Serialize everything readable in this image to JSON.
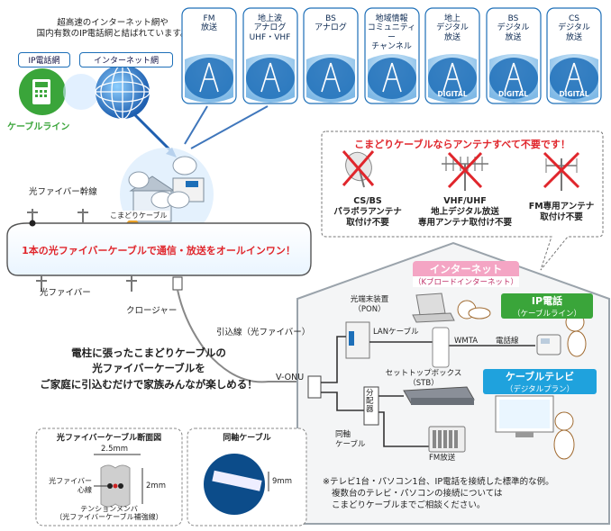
{
  "intro": {
    "line1": "超高速のインターネット網や",
    "line2": "国内有数のIP電話網と結ばれています。"
  },
  "network_labels": {
    "ip_phone_net": "IP電話網",
    "internet_net": "インターネット網",
    "cable_line": "ケーブルライン"
  },
  "services": [
    {
      "line1": "FM",
      "line2": "放送",
      "line3": "",
      "digital": ""
    },
    {
      "line1": "地上波",
      "line2": "アナログ",
      "line3": "UHF・VHF",
      "digital": ""
    },
    {
      "line1": "BS",
      "line2": "アナログ",
      "line3": "",
      "digital": ""
    },
    {
      "line1": "地域情報",
      "line2": "コミュニティー",
      "line3": "チャンネル",
      "digital": ""
    },
    {
      "line1": "地上",
      "line2": "デジタル",
      "line3": "放送",
      "digital": "DIGITAL"
    },
    {
      "line1": "BS",
      "line2": "デジタル",
      "line3": "放送",
      "digital": "DIGITAL"
    },
    {
      "line1": "CS",
      "line2": "デジタル",
      "line3": "放送",
      "digital": "DIGITAL"
    }
  ],
  "station_label": "こまどりケーブル",
  "antenna_notice": {
    "headline": "こまどりケーブルならアンテナすべて不要です！",
    "items": [
      {
        "line1": "CS/BS",
        "line2": "パラボラアンテナ",
        "line3": "取付け不要"
      },
      {
        "line1": "VHF/UHF",
        "line2": "地上デジタル放送",
        "line3": "専用アンテナ取付け不要"
      },
      {
        "line1": "FM専用アンテナ",
        "line2": "取付け不要",
        "line3": ""
      }
    ]
  },
  "cable_labels": {
    "trunk": "光ファイバー幹線",
    "fiber": "光ファイバー",
    "closure": "クロージャー",
    "dropline": "引込線（光ファイバー）",
    "vonu": "V-ONU"
  },
  "main_banner": "1本の光ファイバーケーブルで通信・放送をオールインワン！",
  "tagline": {
    "line1": "電柱に張ったこまどりケーブルの",
    "line2": "光ファイバーケーブルを",
    "line3": "ご家庭に引込むだけで家族みんなが楽しめる！"
  },
  "house": {
    "internet": {
      "title": "インターネット",
      "sub": "（Kブロードインターネット）"
    },
    "ip_phone": {
      "title": "IP電話",
      "sub": "（ケーブルライン）"
    },
    "cable_tv": {
      "title": "ケーブルテレビ",
      "sub": "（デジタルプラン）"
    },
    "pon_label": {
      "line1": "光端末装置",
      "line2": "（PON）"
    },
    "lan_cable": "LANケーブル",
    "wmta": "WMTA",
    "phone_line": "電話線",
    "stb_label": {
      "line1": "セットトップボックス",
      "line2": "（STB）"
    },
    "splitter": "分配器",
    "coax": {
      "line1": "同軸",
      "line2": "ケーブル"
    },
    "fm": "FM放送"
  },
  "fiber_cross_section": {
    "title": "光ファイバーケーブル断面図",
    "width": "2.5mm",
    "height": "2mm",
    "core_label": {
      "line1": "光ファイバー",
      "line2": "心線"
    },
    "tension_label": {
      "line1": "テンションメンバ",
      "line2": "（光ファイバーケーブル補強線）"
    }
  },
  "coax_panel": {
    "title": "同軸ケーブル",
    "size": "9mm"
  },
  "footnote": {
    "line1": "※テレビ1台・パソコン1台、IP電話を接続した標準的な例。",
    "line2": "複数台のテレビ・パソコンの接続については",
    "line3": "こまどりケーブルまでご相談ください。"
  },
  "colors": {
    "accent_blue": "#1d6fb8",
    "red": "#e0262c",
    "pink": "#f4a5c4",
    "green": "#3aa53a",
    "sky": "#1fa2dd"
  }
}
